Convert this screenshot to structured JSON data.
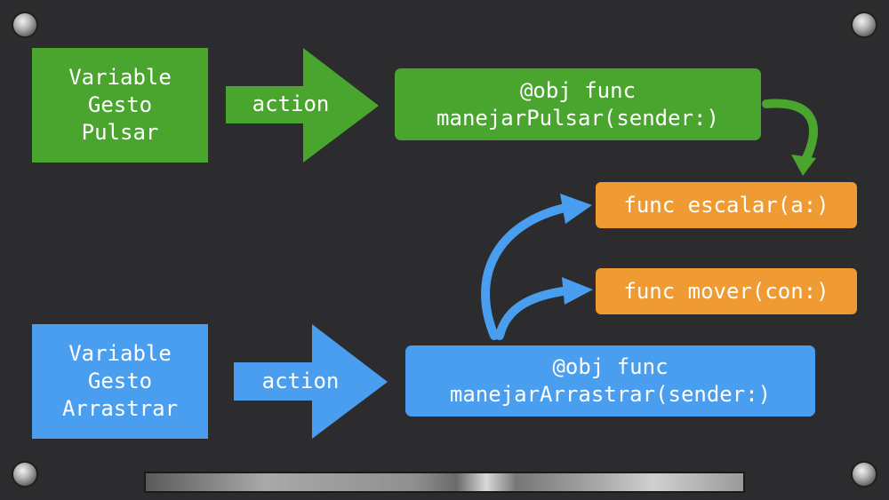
{
  "tap": {
    "variable_lines": [
      "Variable",
      "Gesto",
      "Pulsar"
    ],
    "action_label": "action",
    "handler_lines": [
      "@obj func",
      "manejarPulsar(sender:)"
    ],
    "color": "#4aa52f"
  },
  "pan": {
    "variable_lines": [
      "Variable",
      "Gesto",
      "Arrastrar"
    ],
    "action_label": "action",
    "handler_lines": [
      "@obj func",
      "manejarArrastrar(sender:)"
    ],
    "color": "#4a9ef0"
  },
  "functions": {
    "escalar": "func escalar(a:)",
    "mover": "func mover(con:)",
    "color": "#ef9a32"
  },
  "background": "#2c2c2e"
}
